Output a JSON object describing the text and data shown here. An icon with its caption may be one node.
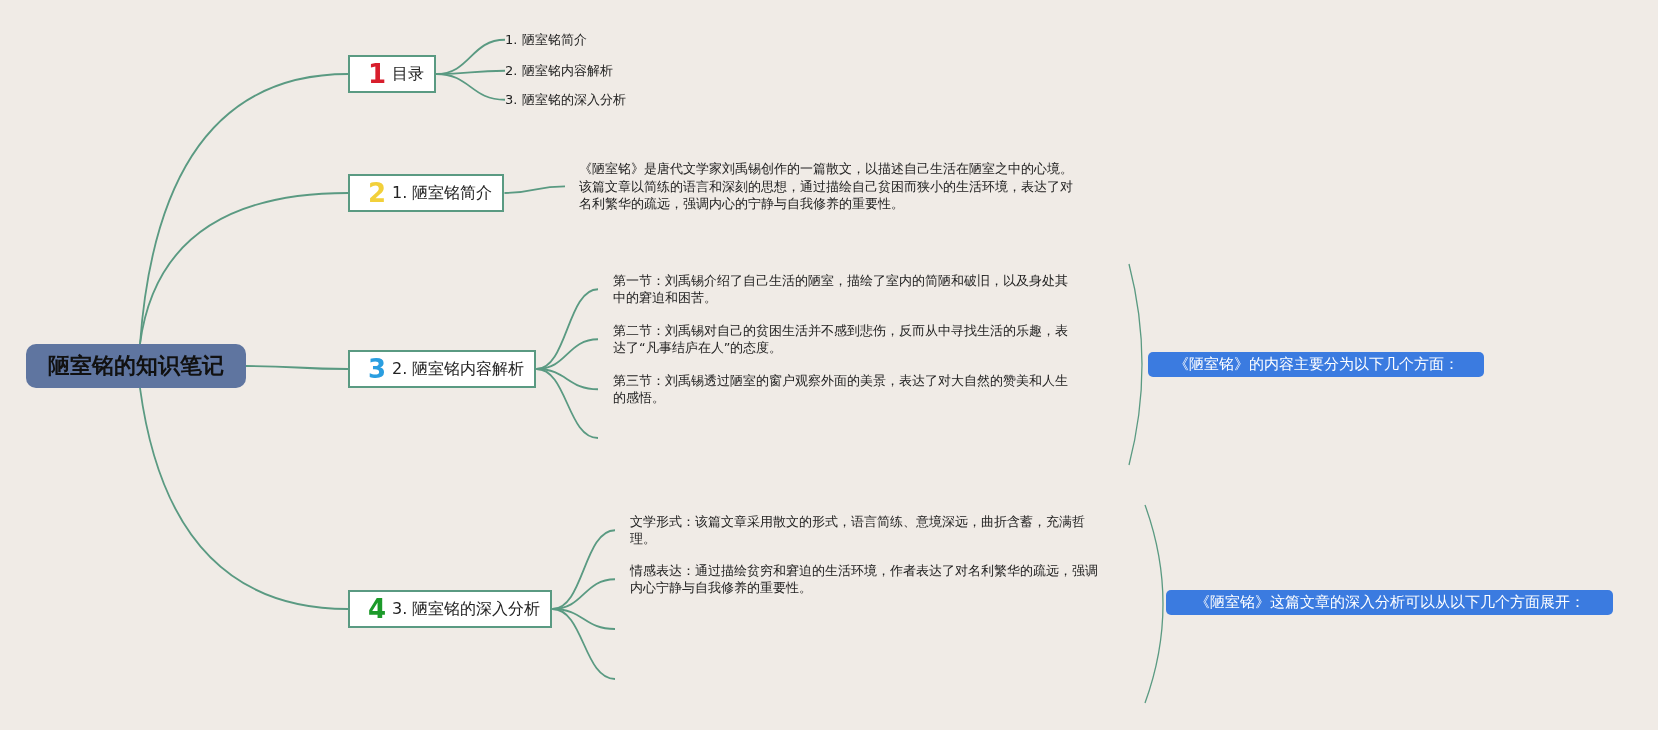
{
  "diagram": {
    "nodes": [
      {
        "text": [
          "陋室铭的知识笔记"
        ]
      },
      {
        "text": [
          "1",
          "目录"
        ]
      },
      {
        "text": [
          "1. 陋室铭简介"
        ]
      },
      {
        "text": [
          "2. 陋室铭内容解析"
        ]
      },
      {
        "text": [
          "3. 陋室铭的深入分析"
        ]
      },
      {
        "text": [
          "2",
          "1. 陋室铭简介"
        ]
      },
      {
        "text": [
          "《陋室铭》是唐代文学家刘禹锡创作的一篇散文，以描述自己生活在陋室之中的心境。该篇文章以简练的语言和深刻的思想，通过描绘自己贫困而狭小的生活环境，表达了对名利繁华的疏远，强调内心的宁静与自我修养的重要性。"
        ]
      },
      {
        "text": [
          "3",
          "2. 陋室铭内容解析"
        ]
      },
      {
        "text": [
          "第一节：刘禹锡介绍了自己生活的陋室，描绘了室内的简陋和破旧，以及身处其中的窘迫和困苦。"
        ]
      },
      {
        "text": [
          "第二节：刘禹锡对自己的贫困生活并不感到悲伤，反而从中寻找生活的乐趣，表达了“凡事结庐在人”的态度。"
        ]
      },
      {
        "text": [
          "第三节：刘禹锡透过陋室的窗户观察外面的美景，表达了对大自然的赞美和人生的感悟。"
        ]
      },
      {
        "text": [
          "《陋室铭》的内容主要分为以下几个方面："
        ]
      },
      {
        "text": [
          "4",
          "3. 陋室铭的深入分析"
        ]
      },
      {
        "text": [
          "文学形式：该篇文章采用散文的形式，语言简练、意境深远，曲折含蓄，充满哲理。"
        ]
      },
      {
        "text": [
          "情感表达：通过描绘贫穷和窘迫的生活环境，作者表达了对名利繁华的疏远，强调内心宁静与自我修养的重要性。"
        ]
      },
      {
        "text": [
          "《陋室铭》这篇文章的深入分析可以从以下几个方面展开："
        ]
      }
    ],
    "edges": [
      {
        "from": 0,
        "to": 1,
        "arrow": "none"
      },
      {
        "from": 0,
        "to": 5,
        "arrow": "none"
      },
      {
        "from": 0,
        "to": 7,
        "arrow": "none"
      },
      {
        "from": 0,
        "to": 12,
        "arrow": "none"
      },
      {
        "from": 1,
        "to": 2,
        "arrow": "none"
      },
      {
        "from": 1,
        "to": 3,
        "arrow": "none"
      },
      {
        "from": 1,
        "to": 4,
        "arrow": "none"
      },
      {
        "from": 5,
        "to": 6,
        "arrow": "none"
      },
      {
        "from": 7,
        "to": 8,
        "arrow": "none"
      },
      {
        "from": 7,
        "to": 9,
        "arrow": "none"
      },
      {
        "from": 7,
        "to": 10,
        "arrow": "none"
      },
      {
        "from": 7,
        "to": null,
        "arrow": "none"
      },
      {
        "from": 12,
        "to": 13,
        "arrow": "none"
      },
      {
        "from": 12,
        "to": 14,
        "arrow": "none"
      },
      {
        "from": 12,
        "to": null,
        "arrow": "none"
      },
      {
        "from": 12,
        "to": null,
        "arrow": "none"
      }
    ]
  }
}
